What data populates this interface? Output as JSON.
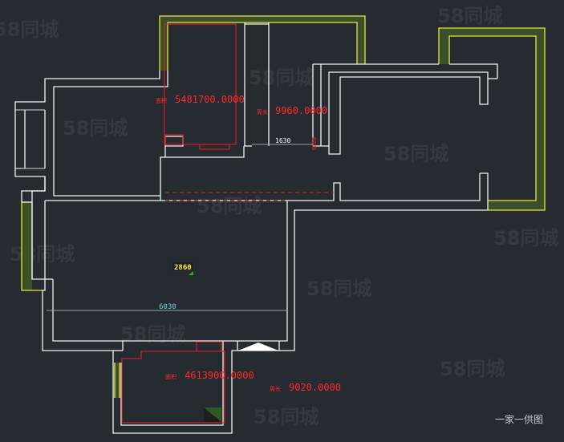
{
  "watermark": "58同城",
  "rooms": {
    "top_left_area": {
      "label": "面积",
      "value": "5481700.0000"
    },
    "top_perimeter": {
      "label": "周长",
      "value": "9960.0000"
    },
    "bottom_area": {
      "label": "面积",
      "value": "4613900.0000"
    },
    "bottom_perimeter": {
      "label": "周长",
      "value": "9020.0000"
    }
  },
  "dimensions": {
    "opening": "1630",
    "height_mark": "2860",
    "width_span": "6030"
  },
  "footer": {
    "caption": "一家一供图"
  },
  "colors": {
    "background": "#262a31",
    "wall": "#f2f2f2",
    "balcony": "#e6e63a",
    "area_outline": "#e02020",
    "dimension_cyan": "#6fd4e8"
  }
}
